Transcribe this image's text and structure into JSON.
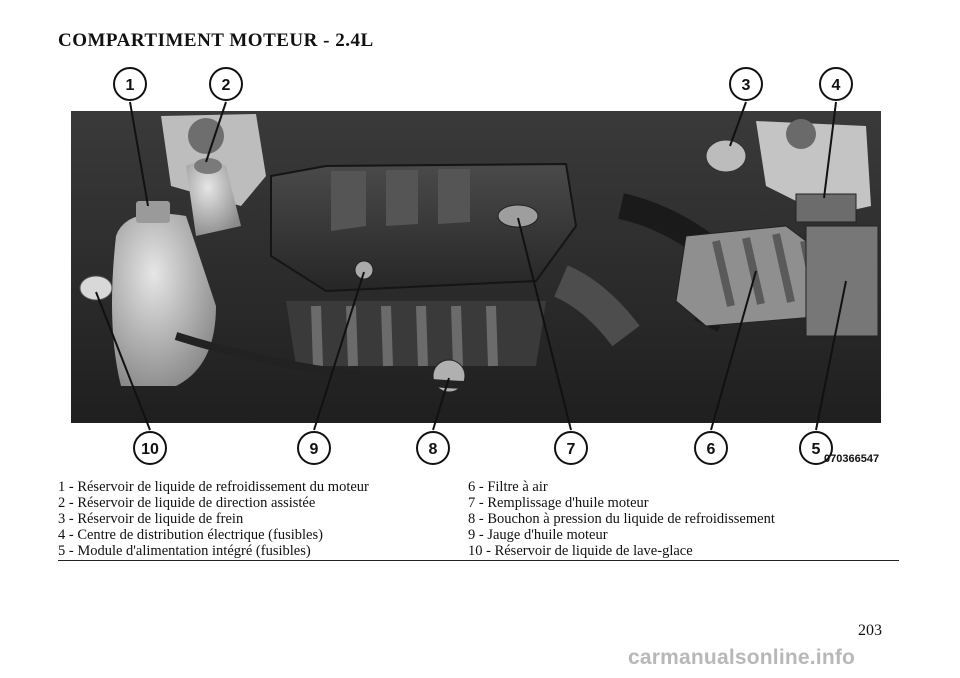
{
  "page": {
    "title": "COMPARTIMENT MOTEUR - 2.4L",
    "page_number": "203",
    "watermark": "carmanualsonline.info"
  },
  "figure": {
    "code": "070366547",
    "callouts_top": [
      "1",
      "2",
      "3",
      "4"
    ],
    "callouts_bottom": [
      "10",
      "9",
      "8",
      "7",
      "6",
      "5"
    ]
  },
  "legend": {
    "left": [
      "1 - Réservoir de liquide de refroidissement du moteur",
      "2 - Réservoir de liquide de direction assistée",
      "3 - Réservoir de liquide de frein",
      "4 - Centre de distribution électrique (fusibles)",
      "5 - Module d'alimentation intégré (fusibles)"
    ],
    "right": [
      "6 - Filtre à air",
      "7 - Remplissage d'huile moteur",
      "8 - Bouchon à pression du liquide de refroidissement",
      "9 - Jauge d'huile moteur",
      "10 - Réservoir de liquide de lave-glace"
    ]
  },
  "colors": {
    "photo_dark": "#2e2e2e",
    "photo_light": "#cfcfcf",
    "callout_fill": "#ffffff",
    "callout_stroke": "#111111"
  }
}
